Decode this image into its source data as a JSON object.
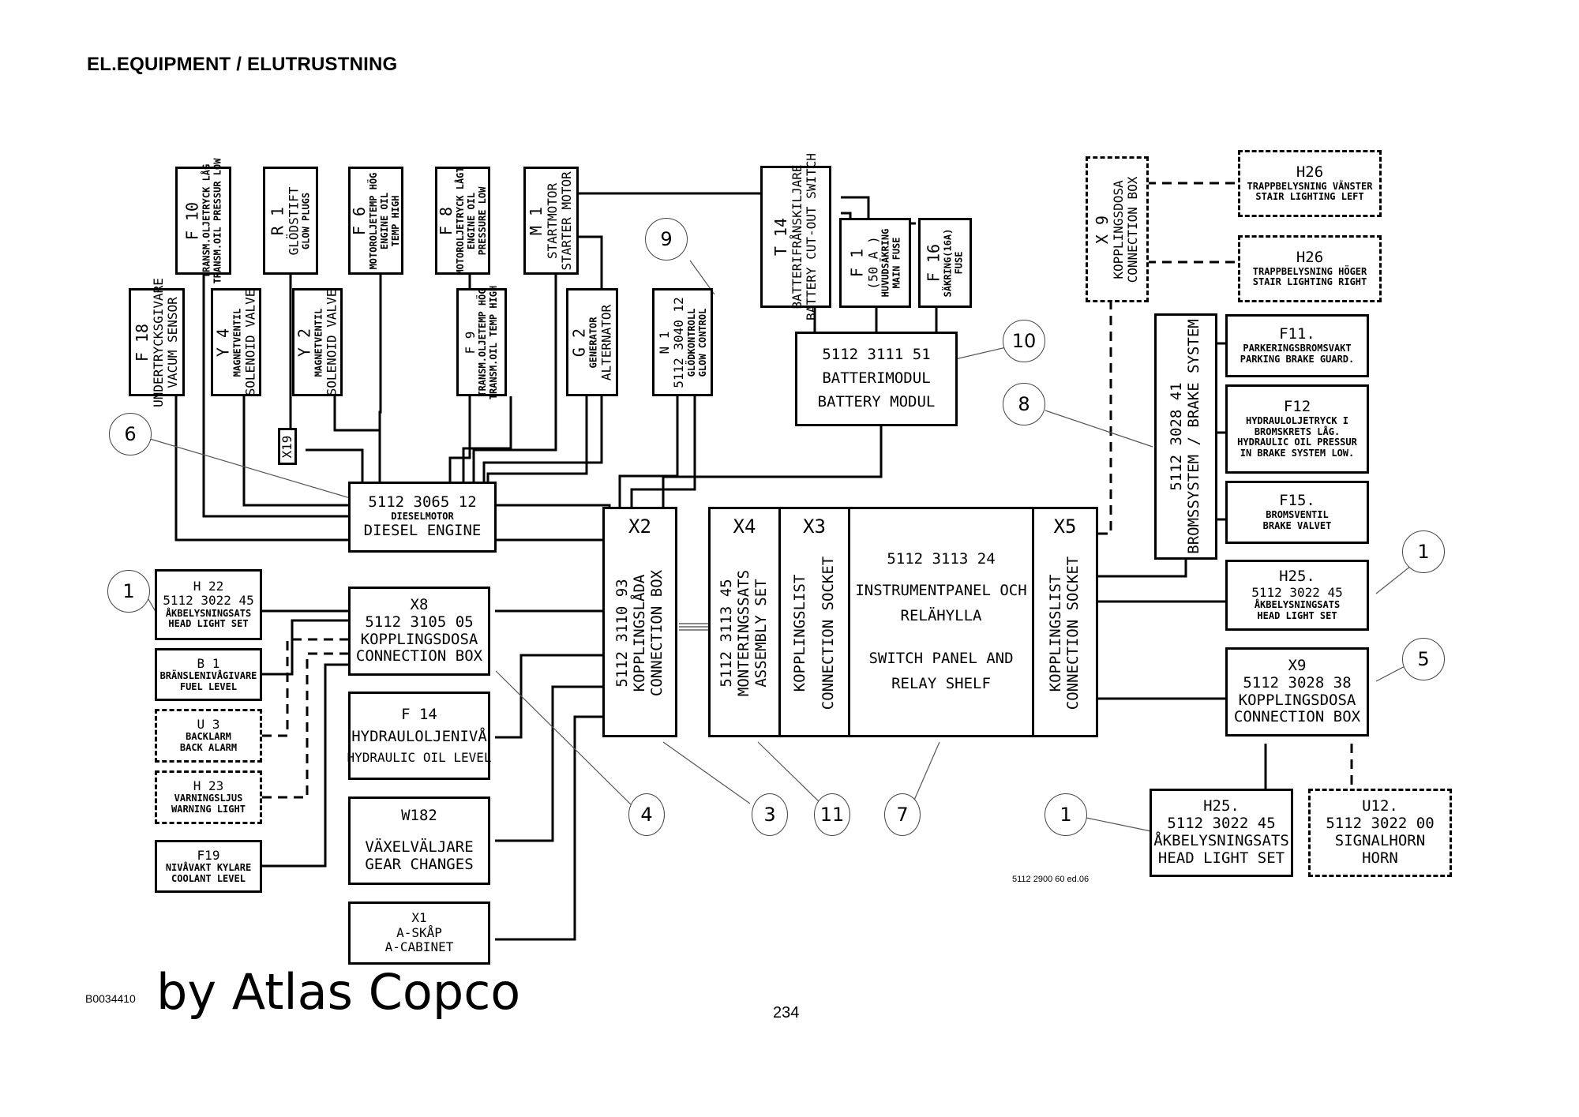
{
  "header": {
    "title": "EL.EQUIPMENT / ELUTRUSTNING"
  },
  "footer": {
    "code": "B0034410",
    "brand": "by Atlas Copco",
    "page_number": "234",
    "drawing_ref": "5112 2900 60 ed.06"
  },
  "components": {
    "f10": {
      "ref": "F 10",
      "line1": "TRANSM.OLJETRYCK LÅG",
      "line2": "TRANSM.OIL PRESSUR LOW"
    },
    "r1": {
      "ref": "R 1",
      "line1": "GLÖDSTIFT",
      "line2": "GLOW PLUGS"
    },
    "f6": {
      "ref": "F 6",
      "line1": "MOTOROLJETEMP HÖG",
      "line2": "ENGINE OIL",
      "line3": "TEMP HIGH"
    },
    "f8": {
      "ref": "F 8",
      "line1": "MOTOROLJETRYCK LÅGT",
      "line2": "ENGINE OIL",
      "line3": "PRESSURE LOW"
    },
    "m1": {
      "ref": "M 1",
      "line1": "STARTMOTOR",
      "line2": "STARTER MOTOR"
    },
    "t14": {
      "ref": "T 14",
      "line1": "BATTERIFRÅNSKILJARE",
      "line2": "BATTERY CUT-OUT SWITCH"
    },
    "f1": {
      "ref": "F 1",
      "line1": "(50 A )",
      "line2": "HUVUDSÄKRING",
      "line3": "MAIN FUSE"
    },
    "f16": {
      "ref": "F 16",
      "line1": "SÄKRING(16A)",
      "line2": "FUSE"
    },
    "f18": {
      "ref": "F 18",
      "line1": "UNDERTRYCKSGIVARE",
      "line2": "VACUM SENSOR"
    },
    "y4": {
      "ref": "Y 4",
      "line1": "MAGNETVENTIL",
      "line2": "SOLENOID VALVE"
    },
    "y2": {
      "ref": "Y 2",
      "line1": "MAGNETVENTIL",
      "line2": "SOLENOID VALVE"
    },
    "f9": {
      "ref": "F 9",
      "line1": "TRANSM.OLJETEMP HÖG",
      "line2": "TRANSM.OIL TEMP HIGH"
    },
    "g2": {
      "ref": "G 2",
      "line1": "GENERATOR",
      "line2": "ALTERNATOR"
    },
    "n1": {
      "ref": "N 1",
      "line1": "5112 3040 12",
      "line2": "GLÖDKONTROLL",
      "line3": "GLOW CONTROL"
    },
    "x19": {
      "ref": "X19"
    },
    "battery_module": {
      "part": "5112 3111 51",
      "line1": "BATTERIMODUL",
      "line2": "BATTERY MODUL"
    },
    "diesel_engine": {
      "part": "5112 3065 12",
      "line1": "DIESELMOTOR",
      "line2": "DIESEL ENGINE"
    },
    "x9_top": {
      "ref": "X 9",
      "line1": "KOPPLINGSDOSA",
      "line2": "CONNECTION BOX"
    },
    "h26_left": {
      "ref": "H26",
      "line1": "TRAPPBELYSNING VÄNSTER",
      "line2": "STAIR LIGHTING LEFT"
    },
    "h26_right": {
      "ref": "H26",
      "line1": "TRAPPBELYSNING HÖGER",
      "line2": "STAIR LIGHTING RIGHT"
    },
    "brake_system": {
      "line1": "5112 3028 41",
      "line2": "BROMSSYSTEM / BRAKE SYSTEM"
    },
    "f11": {
      "ref": "F11.",
      "line1": "PARKERINGSBROMSVAKT",
      "line2": "PARKING BRAKE GUARD."
    },
    "f12": {
      "ref": "F12",
      "line1": "HYDRAULOLJETRYCK I",
      "line2": "BROMSKRETS LÅG.",
      "line3": "HYDRAULIC OIL PRESSUR",
      "line4": "IN BRAKE SYSTEM LOW."
    },
    "f15": {
      "ref": "F15.",
      "line1": "BROMSVENTIL",
      "line2": "BRAKE VALVET"
    },
    "h22": {
      "ref": "H 22",
      "part": "5112 3022 45",
      "line1": "ÅKBELYSNINGSATS",
      "line2": "HEAD LIGHT SET"
    },
    "b1": {
      "ref": "B 1",
      "line1": "BRÄNSLENIVÅGIVARE",
      "line2": "FUEL LEVEL"
    },
    "u3": {
      "ref": "U 3",
      "line1": "BACKLARM",
      "line2": "BACK ALARM"
    },
    "h23": {
      "ref": "H 23",
      "line1": "VARNINGSLJUS",
      "line2": "WARNING LIGHT"
    },
    "f19": {
      "ref": "F19",
      "line1": "NIVÅVAKT KYLARE",
      "line2": "COOLANT LEVEL"
    },
    "x8": {
      "ref": "X8",
      "part": "5112 3105 05",
      "line1": "KOPPLINGSDOSA",
      "line2": "CONNECTION BOX"
    },
    "f14": {
      "ref": "F 14",
      "line1": "HYDRAULOLJENIVÅ",
      "line2": "HYDRAULIC OIL LEVEL"
    },
    "w182": {
      "ref": "W182",
      "line1": "VÄXELVÄLJARE",
      "line2": "GEAR CHANGES"
    },
    "x1": {
      "ref": "X1",
      "line1": "A-SKÅP",
      "line2": "A-CABINET"
    },
    "x2": {
      "ref": "X2",
      "line1": "5112 3110 93",
      "line2": "KOPPLINGSLÅDA",
      "line3": "CONNECTION BOX"
    },
    "x4": {
      "ref": "X4",
      "line1": "5112 3113 45",
      "line2": "MONTERINGSSATS",
      "line3": "ASSEMBLY SET"
    },
    "x3": {
      "ref": "X3",
      "line1": "KOPPLINGSLIST",
      "line2": "CONNECTION SOCKET"
    },
    "panel": {
      "part": "5112 3113 24",
      "line1": "INSTRUMENTPANEL OCH",
      "line2": "RELÄHYLLA",
      "line3": "SWITCH PANEL AND",
      "line4": "RELAY SHELF"
    },
    "x5": {
      "ref": "X5",
      "line1": "KOPPLINGSLIST",
      "line2": "CONNECTION SOCKET"
    },
    "h25_right": {
      "ref": "H25.",
      "part": "5112 3022 45",
      "line1": "ÅKBELYSNINGSATS",
      "line2": "HEAD LIGHT SET"
    },
    "x9_right": {
      "ref": "X9",
      "part": "5112 3028 38",
      "line1": "KOPPLINGSDOSA",
      "line2": "CONNECTION BOX"
    },
    "h25_bottom": {
      "ref": "H25.",
      "part": "5112 3022 45",
      "line1": "ÅKBELYSNINGSATS",
      "line2": "HEAD LIGHT SET"
    },
    "u12": {
      "ref": "U12.",
      "part": "5112 3022 00",
      "line1": "SIGNALHORN",
      "line2": "HORN"
    }
  },
  "callouts": {
    "c9": "9",
    "c10": "10",
    "c6": "6",
    "c8": "8",
    "c1_left": "1",
    "c1_right": "1",
    "c5": "5",
    "c4": "4",
    "c3": "3",
    "c11": "11",
    "c7": "7",
    "c1_bottom": "1"
  }
}
